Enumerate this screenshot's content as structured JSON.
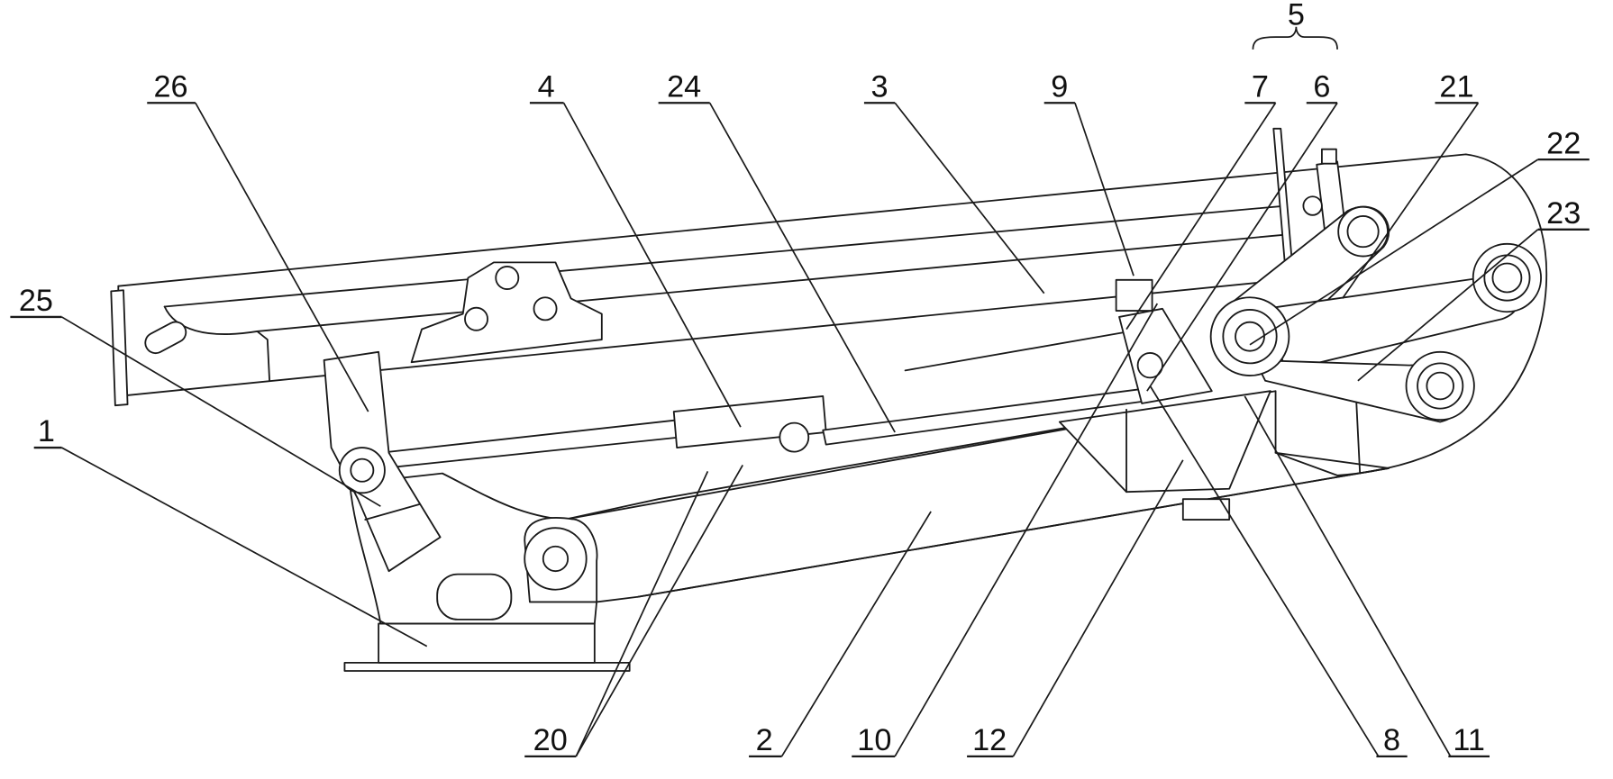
{
  "figure": {
    "labels": {
      "l1": "1",
      "l2": "2",
      "l3": "3",
      "l4": "4",
      "l5": "5",
      "l6": "6",
      "l7": "7",
      "l8": "8",
      "l9": "9",
      "l10": "10",
      "l11": "11",
      "l12": "12",
      "l20": "20",
      "l21": "21",
      "l22": "22",
      "l23": "23",
      "l24": "24",
      "l25": "25",
      "l26": "26"
    },
    "colors": {
      "line": "#1a1a1a",
      "background": "#ffffff"
    }
  }
}
